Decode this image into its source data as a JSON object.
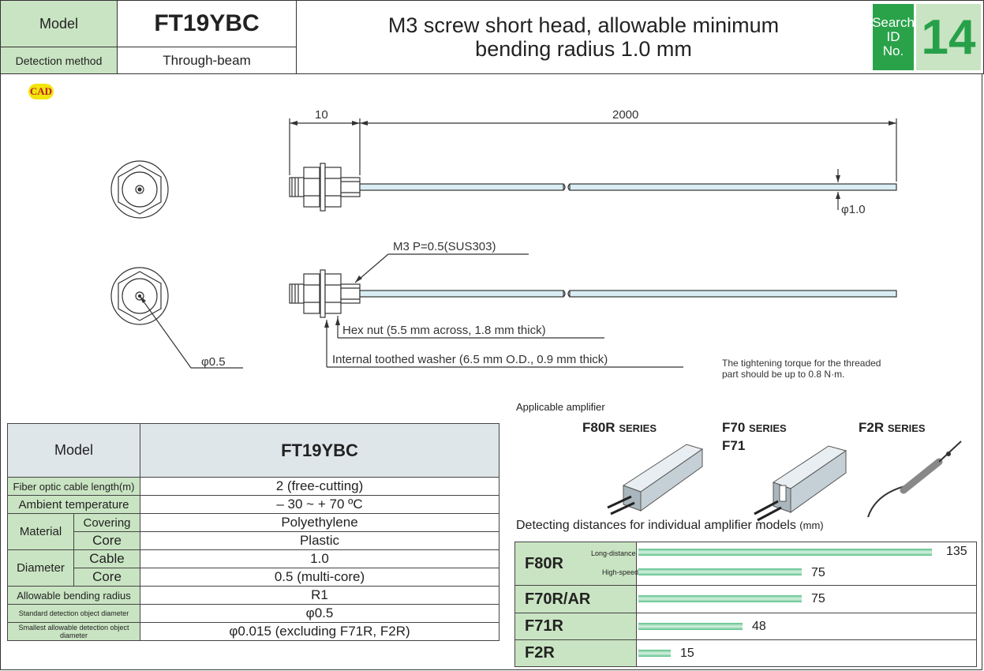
{
  "header": {
    "model_label": "Model",
    "model_value": "FT19YBC",
    "detection_label": "Detection method",
    "detection_value": "Through-beam",
    "title_line1": "M3 screw short head, allowable minimum",
    "title_line2": "bending radius 1.0 mm",
    "search_line1": "Search",
    "search_line2": "ID",
    "search_line3": "No.",
    "id_number": "14"
  },
  "cad_badge": "CAD",
  "drawing": {
    "dim_10": "10",
    "dim_2000": "2000",
    "dim_phi_cable": "φ1.0",
    "dim_phi_core": "φ0.5",
    "thread_note": "M3 P=0.5(SUS303)",
    "hex_nut_note": "Hex nut (5.5 mm across, 1.8 mm thick)",
    "washer_note": "Internal toothed washer (6.5 mm O.D., 0.9 mm thick)",
    "torque_line1": "The tightening torque for the threaded",
    "torque_line2": "part should be up to 0.8 N·m."
  },
  "spec_table": {
    "model_label": "Model",
    "model_value": "FT19YBC",
    "rows": {
      "cable_length_label": "Fiber optic cable length(m)",
      "cable_length_value": "2 (free-cutting)",
      "ambient_label": "Ambient temperature",
      "ambient_value": "– 30 ~ + 70 ºC",
      "material_label": "Material",
      "covering_label": "Covering",
      "covering_value": "Polyethylene",
      "core_label": "Core",
      "core_value": "Plastic",
      "diameter_label": "Diameter",
      "cable_label": "Cable",
      "cable_value": "1.0",
      "core2_label": "Core",
      "core2_value": "0.5 (multi-core)",
      "bending_label": "Allowable bending radius",
      "bending_value": "R1",
      "std_obj_label": "Standard detection object diameter",
      "std_obj_value": "φ0.5",
      "min_obj_label": "Smallest allowable detection object diameter",
      "min_obj_value": "φ0.015 (excluding F71R, F2R)"
    }
  },
  "amplifier": {
    "heading": "Applicable amplifier",
    "f80r_name": "F80R",
    "f80r_suffix": "SERIES",
    "f70_name": "F70",
    "f70_suffix": "SERIES",
    "f71_name": "F71",
    "f2r_name": "F2R",
    "f2r_suffix": "SERIES"
  },
  "distances": {
    "title": "Detecting distances for individual amplifier models",
    "unit": "(mm)",
    "max": 135,
    "rows": [
      {
        "model": "F80R",
        "entries": [
          {
            "mode": "Long-distance",
            "value": 135
          },
          {
            "mode": "High-speed",
            "value": 75
          }
        ]
      },
      {
        "model": "F70R/AR",
        "entries": [
          {
            "mode": "",
            "value": 75
          }
        ]
      },
      {
        "model": "F71R",
        "entries": [
          {
            "mode": "",
            "value": 48
          }
        ]
      },
      {
        "model": "F2R",
        "entries": [
          {
            "mode": "",
            "value": 15
          }
        ]
      }
    ]
  }
}
